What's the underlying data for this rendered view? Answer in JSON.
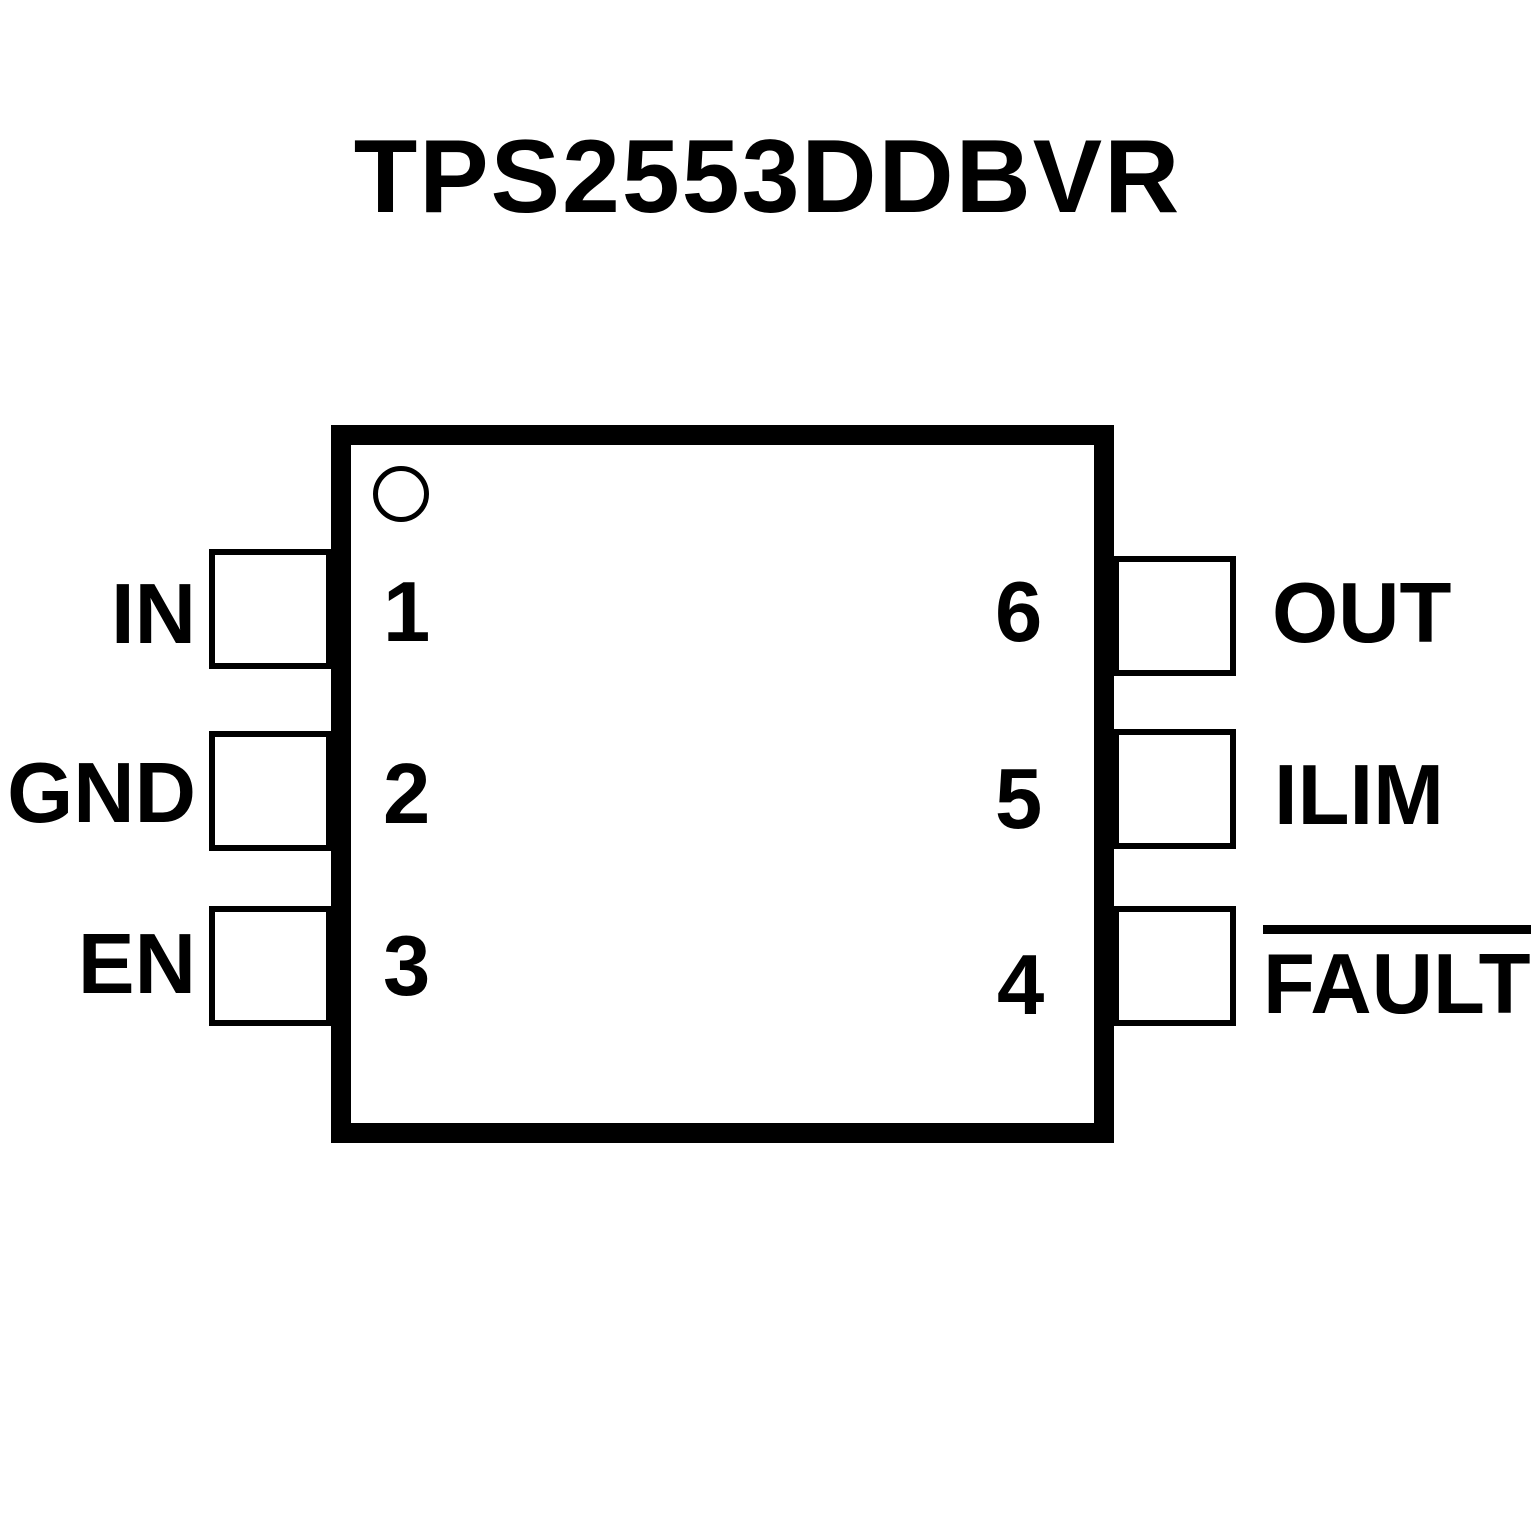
{
  "title": "TPS2553DDBVR",
  "colors": {
    "foreground": "#000000",
    "background": "#ffffff"
  },
  "chip": {
    "pin1_indicator_icon": "circle",
    "left_pins": [
      {
        "number": "1",
        "label": "IN"
      },
      {
        "number": "2",
        "label": "GND"
      },
      {
        "number": "3",
        "label": "EN"
      }
    ],
    "right_pins": [
      {
        "number": "6",
        "label": "OUT"
      },
      {
        "number": "5",
        "label": "ILIM"
      },
      {
        "number": "4",
        "label": "FAULT",
        "active_low": true
      }
    ]
  }
}
